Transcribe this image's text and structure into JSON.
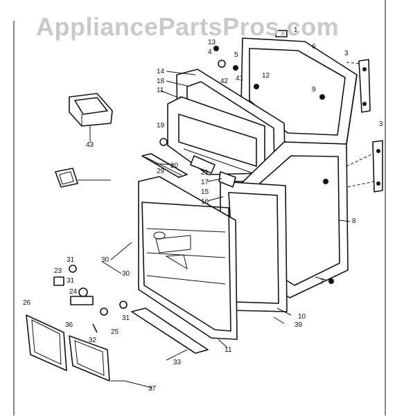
{
  "watermark": "AppliancePartsPros.com",
  "callouts": {
    "c1": "1",
    "c3a": "3",
    "c3b": "3",
    "c4": "4",
    "c5": "5",
    "c6": "6",
    "c7": "7",
    "c8": "8",
    "c9": "9",
    "c10": "10",
    "c11a": "11",
    "c11b": "11",
    "c12": "12",
    "c13": "13",
    "c14": "14",
    "c15": "15",
    "c16": "16",
    "c17": "17",
    "c18": "18",
    "c19": "19",
    "c20": "20",
    "c21": "21",
    "c23": "23",
    "c24": "24",
    "c25": "25",
    "c26": "26",
    "c29": "29",
    "c30a": "30",
    "c30b": "30",
    "c31a": "31",
    "c31b": "31",
    "c31c": "31",
    "c32": "32",
    "c33": "33",
    "c36": "36",
    "c37": "37",
    "c39": "39",
    "c41": "41",
    "c42": "42",
    "c43": "43"
  }
}
